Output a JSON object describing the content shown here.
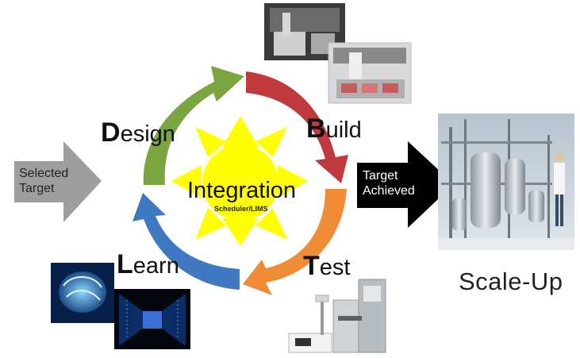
{
  "cycle": {
    "design": {
      "initial": "D",
      "rest": "esign",
      "color": "#7aa541"
    },
    "build": {
      "initial": "B",
      "rest": "uild",
      "color": "#c0393c"
    },
    "test": {
      "initial": "T",
      "rest": "est",
      "color": "#f08c36"
    },
    "learn": {
      "initial": "L",
      "rest": "earn",
      "color": "#3f79c1"
    }
  },
  "center": {
    "title": "Integration",
    "subtitle": "Scheduler/LIMS",
    "color": "#ffff00"
  },
  "input_arrow": {
    "line1": "Selected",
    "line2": "Target",
    "color": "#9e9e9e"
  },
  "output_arrow": {
    "line1": "Target",
    "line2": "Achieved",
    "color": "#000000"
  },
  "scale_up": {
    "label": "Scale-Up"
  }
}
